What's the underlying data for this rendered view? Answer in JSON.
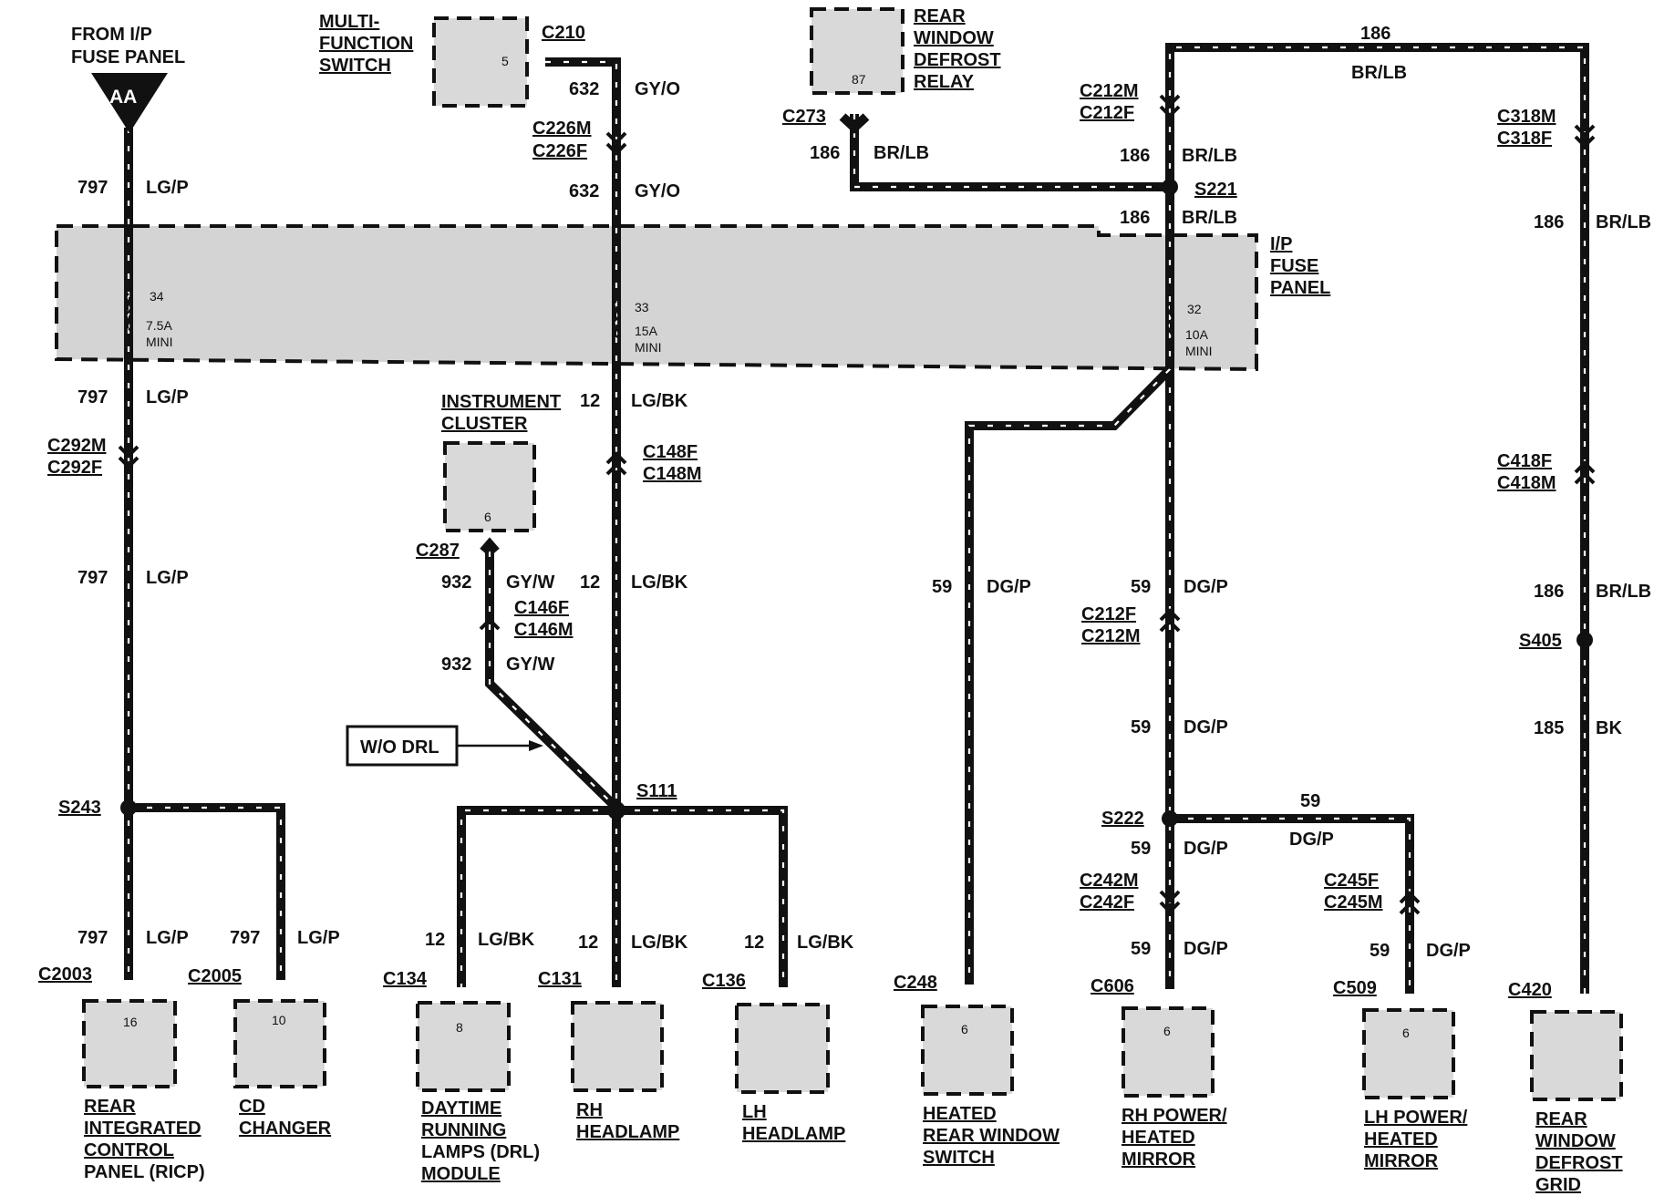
{
  "source": {
    "line1": "FROM I/P",
    "line2": "FUSE PANEL",
    "symbol": "AA"
  },
  "multifunction_switch": {
    "lines": [
      "MULTI-",
      "FUNCTION",
      "SWITCH"
    ],
    "pin": "5",
    "connector": "C210"
  },
  "rear_defrost_relay": {
    "lines": [
      "REAR",
      "WINDOW",
      "DEFROST",
      "RELAY"
    ],
    "pin": "87",
    "connector": "C273"
  },
  "fuse_panel": {
    "lines": [
      "I/P",
      "FUSE",
      "PANEL"
    ],
    "fuses": [
      {
        "number": "34",
        "rating": "7.5A",
        "type": "MINI"
      },
      {
        "number": "33",
        "rating": "15A",
        "type": "MINI"
      },
      {
        "number": "32",
        "rating": "10A",
        "type": "MINI"
      }
    ]
  },
  "instrument_cluster": {
    "lines": [
      "INSTRUMENT",
      "CLUSTER"
    ],
    "pin": "6",
    "connector": "C287"
  },
  "wo_drl": "W/O DRL",
  "wire_labels": {
    "c797": "797",
    "lgp": "LG/P",
    "c632": "632",
    "gyo": "GY/O",
    "c186": "186",
    "brlb": "BR/LB",
    "c12": "12",
    "lgbk": "LG/BK",
    "c932": "932",
    "gyw": "GY/W",
    "c59": "59",
    "dgp": "DG/P",
    "c185": "185",
    "bk": "BK"
  },
  "connectors": {
    "c226m": "C226M",
    "c226f": "C226F",
    "c212m": "C212M",
    "c212f": "C212F",
    "c318m": "C318M",
    "c318f": "C318F",
    "c292m": "C292M",
    "c292f": "C292F",
    "c148f": "C148F",
    "c148m": "C148M",
    "c146f": "C146F",
    "c146m": "C146M",
    "c418f": "C418F",
    "c418m": "C418M",
    "c212f_b": "C212F",
    "c212m_b": "C212M",
    "c242m": "C242M",
    "c242f": "C242F",
    "c245f": "C245F",
    "c245m": "C245M"
  },
  "splices": {
    "s221": "S221",
    "s243": "S243",
    "s111": "S111",
    "s222": "S222",
    "s405": "S405"
  },
  "components": [
    {
      "connector": "C2003",
      "pin": "16",
      "lines": [
        "REAR",
        "INTEGRATED",
        "CONTROL",
        "PANEL (RICP)"
      ]
    },
    {
      "connector": "C2005",
      "pin": "10",
      "lines": [
        "CD",
        "CHANGER"
      ]
    },
    {
      "connector": "C134",
      "pin": "8",
      "lines": [
        "DAYTIME",
        "RUNNING",
        "LAMPS (DRL)",
        "MODULE"
      ]
    },
    {
      "connector": "C131",
      "pin": "",
      "lines": [
        "RH",
        "HEADLAMP"
      ]
    },
    {
      "connector": "C136",
      "pin": "",
      "lines": [
        "LH",
        "HEADLAMP"
      ]
    },
    {
      "connector": "C248",
      "pin": "6",
      "lines": [
        "HEATED",
        "REAR WINDOW",
        "SWITCH"
      ]
    },
    {
      "connector": "C606",
      "pin": "6",
      "lines": [
        "RH POWER/",
        "HEATED",
        "MIRROR"
      ]
    },
    {
      "connector": "C509",
      "pin": "6",
      "lines": [
        "LH POWER/",
        "HEATED",
        "MIRROR"
      ]
    },
    {
      "connector": "C420",
      "pin": "",
      "lines": [
        "REAR",
        "WINDOW",
        "DEFROST",
        "GRID"
      ]
    }
  ]
}
